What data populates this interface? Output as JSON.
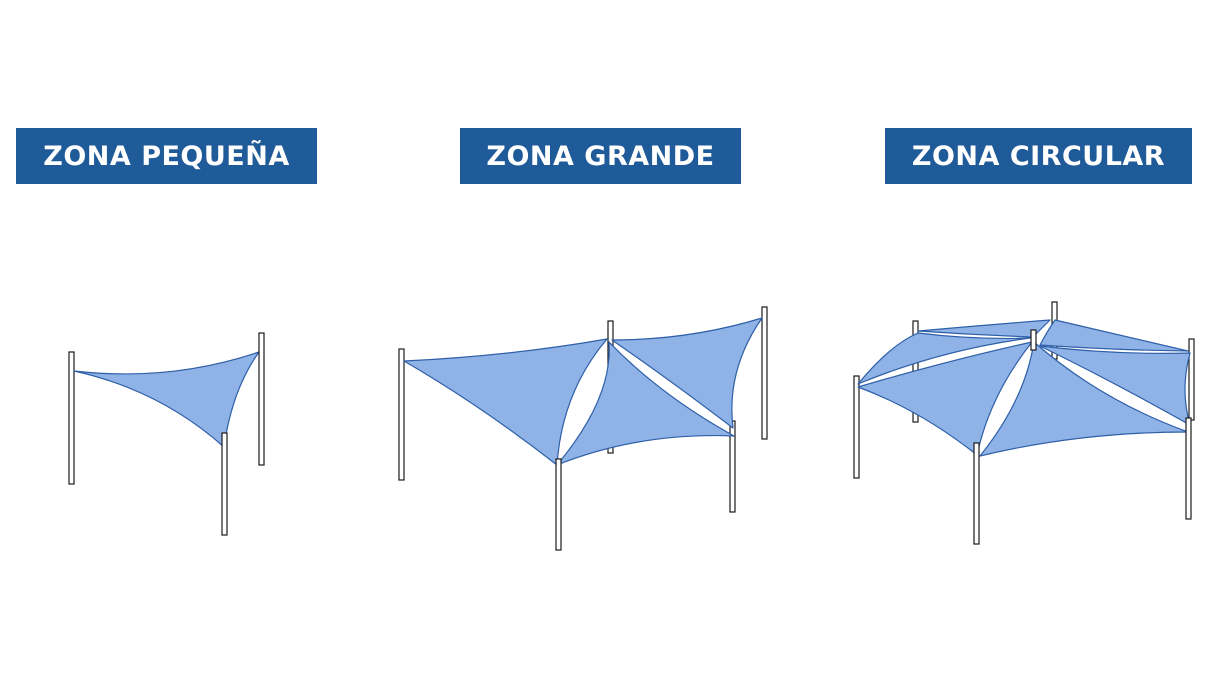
{
  "colors": {
    "label_background": "#1f5a99",
    "label_text": "#ffffff",
    "sail_fill": "#8fb3e6",
    "sail_stroke": "#2e5fa8",
    "pole_stroke": "#1a1a1a"
  },
  "zones": [
    {
      "title": "ZONA PEQUEÑA"
    },
    {
      "title": "ZONA GRANDE"
    },
    {
      "title": "ZONA CIRCULAR"
    }
  ]
}
